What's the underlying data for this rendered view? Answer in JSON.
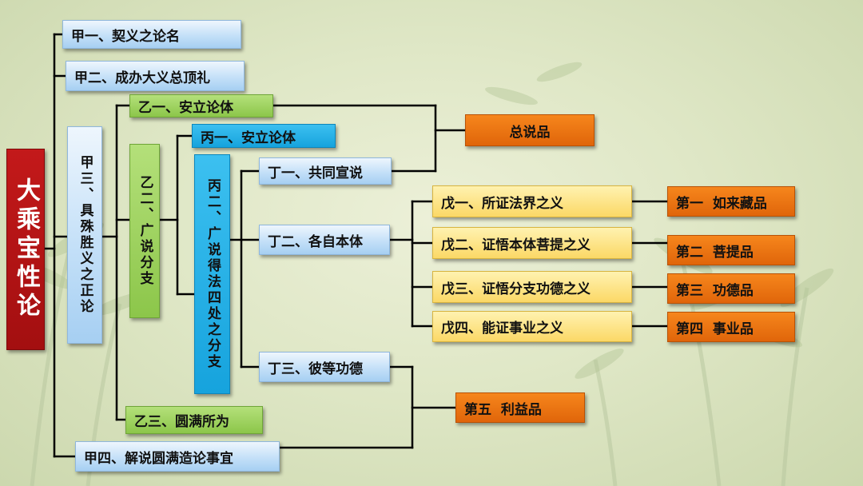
{
  "root": {
    "title": "大乘宝性论"
  },
  "nodes": {
    "jia1": "甲一、契义之论名",
    "jia2": "甲二、成办大义总顶礼",
    "jia3": "甲三、具殊胜义之正论",
    "jia4": "甲四、解说圆满造论事宜",
    "yi1": "乙一、安立论体",
    "yi2": "乙二、广说分支",
    "yi3": "乙三、圆满所为",
    "bing1": "丙一、安立论体",
    "bing2": "丙二、广说得法四处之分支",
    "ding1": "丁一、共同宣说",
    "ding2": "丁二、各自本体",
    "ding3": "丁三、彼等功德",
    "wu1": "戊一、所证法界之义",
    "wu2": "戊二、证悟本体菩提之义",
    "wu3": "戊三、证悟分支功德之义",
    "wu4": "戊四、能证事业之义",
    "zongshuo": "总说品",
    "chapter1": "第一  如来藏品",
    "chapter2": "第二  菩提品",
    "chapter3": "第三  功德品",
    "chapter4": "第四  事业品",
    "chapter5": "第五  利益品"
  },
  "colors": {
    "root": "#b5121b",
    "level_jia": "#bcdcf7",
    "level_yi": "#8cc64a",
    "level_bing": "#16a3dd",
    "level_ding": "#bcdcf7",
    "level_wu": "#fbd866",
    "chapter": "#e8700f",
    "connector": "#000000"
  }
}
